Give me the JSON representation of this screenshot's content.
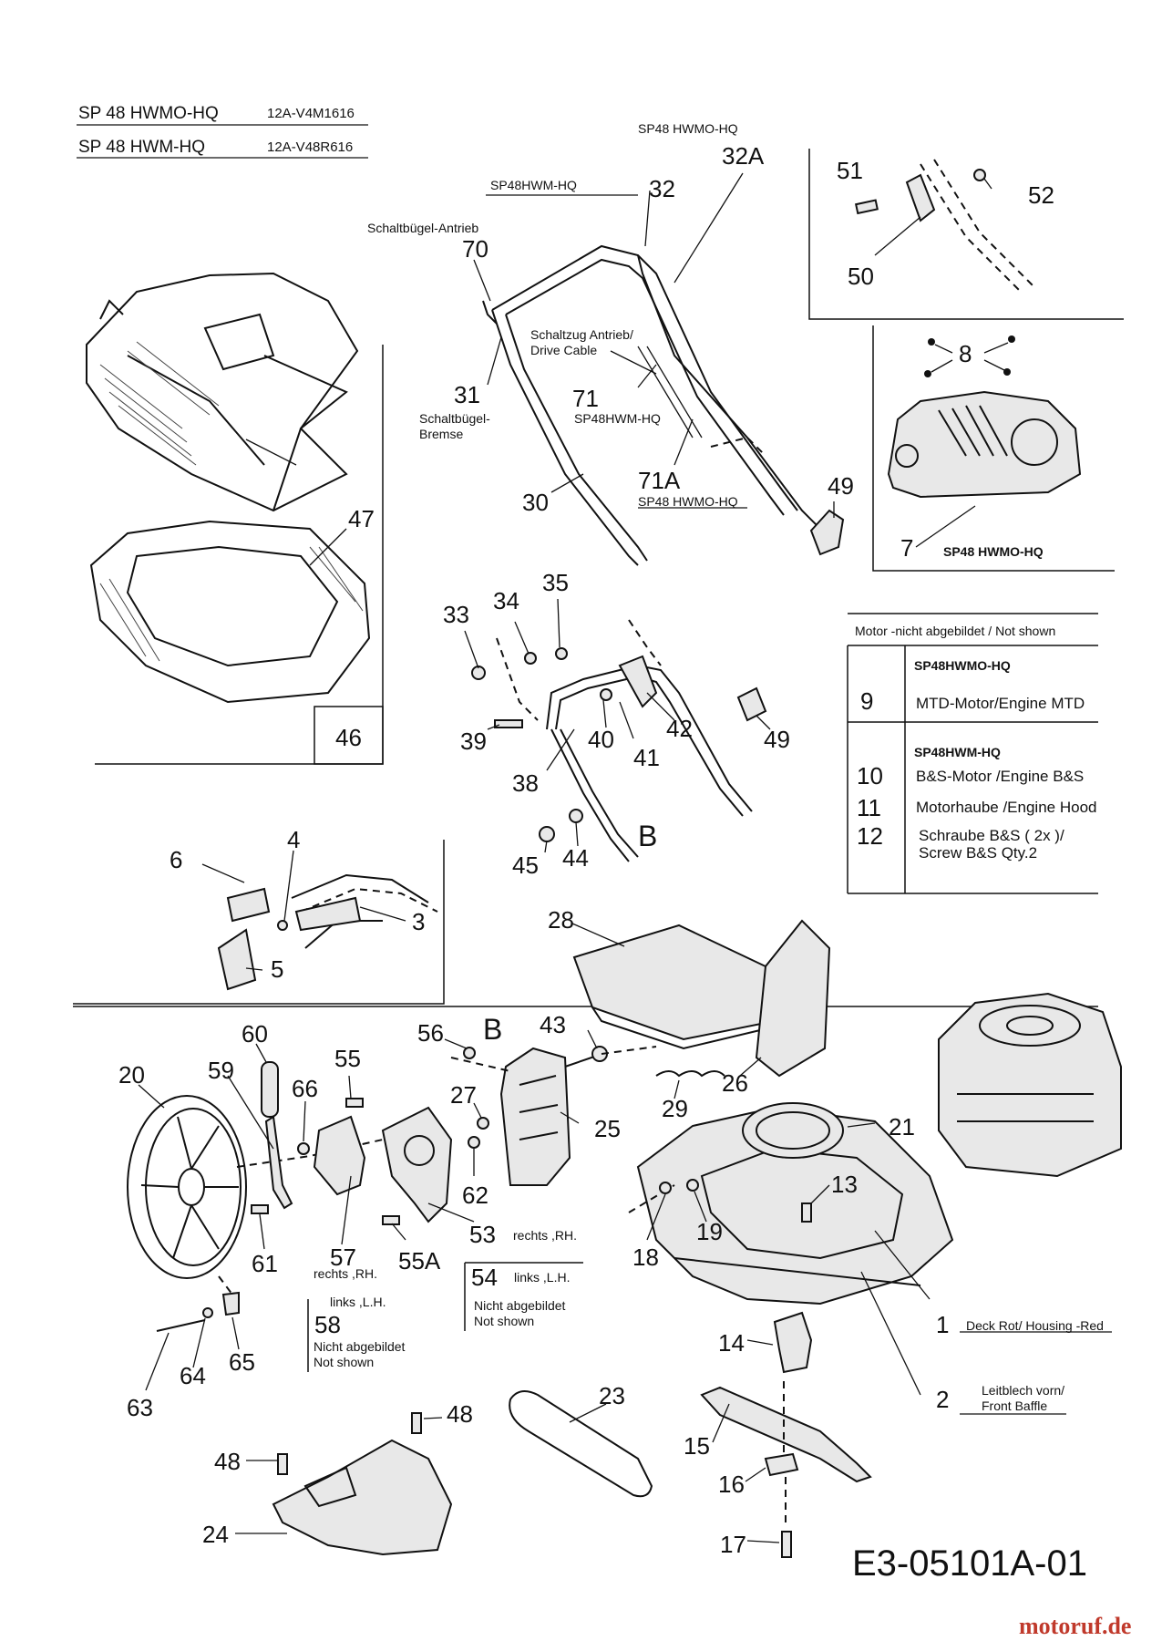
{
  "header": {
    "models": [
      {
        "model": "SP 48 HWMO-HQ",
        "code": "12A-V4M1616"
      },
      {
        "model": "SP 48 HWM-HQ",
        "code": "12A-V48R616"
      }
    ]
  },
  "drawing_number": "E3-05101A-01",
  "watermark": "motoruf.de",
  "variant_labels": {
    "hwmo_top": "SP48 HWMO-HQ",
    "hwm_top": "SP48HWM-HQ",
    "hwm_71": "SP48HWM-HQ",
    "hwmo_71a": "SP48 HWMO-HQ",
    "hwmo_hood": "SP48 HWMO-HQ"
  },
  "text_notes": {
    "schaltbuegel_antrieb": "Schaltbügel-Antrieb",
    "schaltzug_1": "Schaltzug Antrieb/",
    "schaltzug_2": "Drive Cable",
    "schaltbuegel_bremse_1": "Schaltbügel-",
    "schaltbuegel_bremse_2": "Bremse",
    "rechts_rh_57": "rechts ,RH.",
    "rechts_rh_53": "rechts ,RH.",
    "links_lh_58": "links ,L.H.",
    "links_lh_54": "links ,L.H.",
    "nicht_abgebildet_1": "Nicht abgebildet",
    "not_shown_1": "Not shown",
    "nicht_abgebildet_2": "Nicht abgebildet",
    "not_shown_2": "Not shown",
    "deck_rot": "Deck Rot/ Housing -Red",
    "leitblech_1": "Leitblech vorn/",
    "leitblech_2": "Front Baffle",
    "ref_b_handle": "B",
    "ref_b_gear": "B"
  },
  "motor_table": {
    "title": "Motor -nicht abgebildet / Not shown",
    "groups": [
      {
        "model": "SP48HWMO-HQ",
        "rows": [
          {
            "num": "9",
            "desc": "MTD-Motor/Engine MTD"
          }
        ]
      },
      {
        "model": "SP48HWM-HQ",
        "rows": [
          {
            "num": "10",
            "desc": "B&S-Motor /Engine B&S"
          },
          {
            "num": "11",
            "desc": "Motorhaube /Engine Hood"
          },
          {
            "num": "12",
            "desc": "Schraube B&S ( 2x )/",
            "desc2": "Screw B&S Qty.2"
          }
        ]
      }
    ]
  },
  "part_numbers": {
    "p1": "1",
    "p2": "2",
    "p3": "3",
    "p4": "4",
    "p5": "5",
    "p6": "6",
    "p7": "7",
    "p8": "8",
    "p13": "13",
    "p14": "14",
    "p15": "15",
    "p16": "16",
    "p17": "17",
    "p18": "18",
    "p19": "19",
    "p20": "20",
    "p21": "21",
    "p23": "23",
    "p24": "24",
    "p25": "25",
    "p26": "26",
    "p27": "27",
    "p28": "28",
    "p29": "29",
    "p30": "30",
    "p31": "31",
    "p32": "32",
    "p32a": "32A",
    "p33": "33",
    "p34": "34",
    "p35": "35",
    "p38": "38",
    "p39": "39",
    "p40": "40",
    "p41": "41",
    "p42": "42",
    "p43": "43",
    "p44": "44",
    "p45": "45",
    "p46": "46",
    "p47": "47",
    "p48a": "48",
    "p48b": "48",
    "p49a": "49",
    "p49b": "49",
    "p50": "50",
    "p51": "51",
    "p52": "52",
    "p53": "53",
    "p54": "54",
    "p55": "55",
    "p55a": "55A",
    "p56": "56",
    "p57": "57",
    "p58": "58",
    "p59": "59",
    "p60": "60",
    "p61": "61",
    "p62": "62",
    "p63": "63",
    "p64": "64",
    "p65": "65",
    "p66": "66",
    "p70": "70",
    "p71": "71",
    "p71a": "71A"
  }
}
